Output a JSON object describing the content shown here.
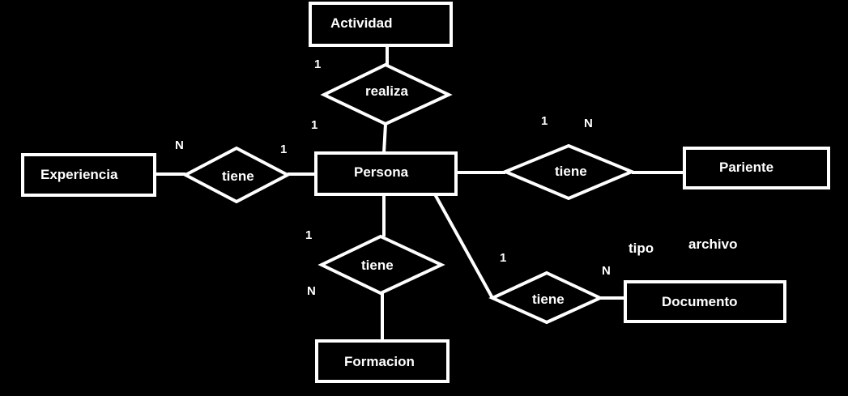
{
  "entities": {
    "actividad": "Actividad",
    "persona": "Persona",
    "experiencia": "Experiencia",
    "pariente": "Pariente",
    "formacion": "Formacion",
    "documento": "Documento"
  },
  "relationships": {
    "realiza": "realiza",
    "tiene_experiencia": "tiene",
    "tiene_pariente": "tiene",
    "tiene_formacion": "tiene",
    "tiene_documento": "tiene"
  },
  "cardinalities": {
    "actividad_side": "1",
    "persona_realiza": "1",
    "experiencia_side": "N",
    "persona_experiencia": "1",
    "persona_pariente": "1",
    "pariente_side": "N",
    "persona_formacion": "1",
    "formacion_side": "N",
    "persona_documento": "1",
    "documento_side": "N"
  },
  "attributes": {
    "tipo": "tipo",
    "archivo": "archivo"
  },
  "colors": {
    "background": "#000000",
    "foreground": "#ffffff"
  }
}
